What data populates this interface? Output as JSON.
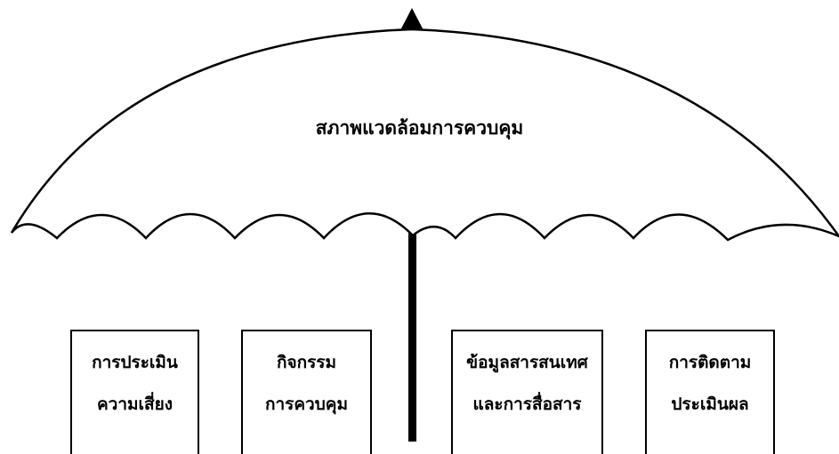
{
  "canopy": {
    "label": "สภาพแวดล้อมการควบคุม"
  },
  "components": [
    {
      "line1": "การประเมิน",
      "line2": "ความเสี่ยง"
    },
    {
      "line1": "กิจกรรม",
      "line2": "การควบคุม"
    },
    {
      "line1": "ข้อมูลสารสนเทศ",
      "line2": "และการสื่อสาร"
    },
    {
      "line1": "การติดตาม",
      "line2": "ประเมินผล"
    }
  ],
  "colors": {
    "stroke": "#000000",
    "background": "#ffffff"
  },
  "icons": {
    "finial": "triangle-tip-icon"
  }
}
